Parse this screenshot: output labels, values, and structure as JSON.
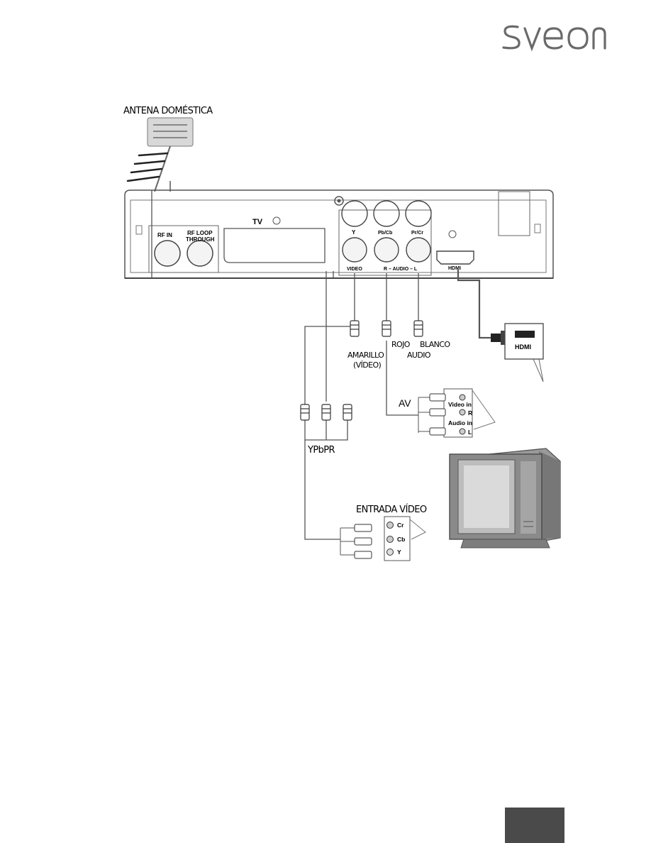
{
  "brand": {
    "logo_text": "sveon"
  },
  "antenna": {
    "label": "ANTENA DOMÉSTICA"
  },
  "receiver": {
    "tv_label": "TV",
    "rf_in": "RF  IN",
    "rf_loop_line1": "RF  LOOP",
    "rf_loop_line2": "THROUGH",
    "y_label": "Y",
    "pb_label": "Pb/Cb",
    "pr_label": "Pr/Cr",
    "video_label": "VIDEO",
    "audio_label": "R – AUDIO – L",
    "hdmi_port_label": "HDMI"
  },
  "cables": {
    "amarillo": "AMARILLO",
    "video_paren": "(VÍDEO)",
    "rojo": "ROJO",
    "blanco": "BLANCO",
    "audio": "AUDIO",
    "ypbpr": "YPbPR"
  },
  "hdmi_box": {
    "label": "HDMI"
  },
  "av_panel": {
    "label": "AV",
    "video_in": "Video in",
    "r": "R",
    "audio_in": "Audio in",
    "l": "L"
  },
  "component_panel": {
    "title": "ENTRADA VÍDEO",
    "cr": "Cr",
    "cb": "Cb",
    "y": "Y"
  },
  "colors": {
    "line": "#555555",
    "panel_fill": "#e2e2e2",
    "tv_body": "#8a8a8a",
    "page_box": "#4a4a4a"
  }
}
